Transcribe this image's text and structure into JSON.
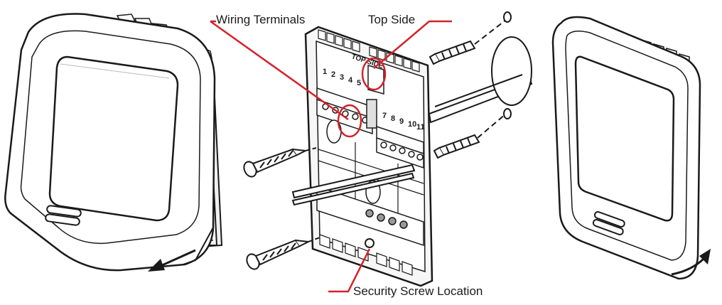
{
  "callouts": {
    "wiring_terminals": "Wiring Terminals",
    "top_side": "Top Side",
    "security_screw": "Security Screw Location"
  },
  "plate_labels": {
    "top_side": "TOP SIDE",
    "terminals_left": [
      "1",
      "2",
      "3",
      "4",
      "5"
    ],
    "terminals_right": [
      "7",
      "8",
      "9",
      "10",
      "11"
    ]
  },
  "colors": {
    "callout_line": "#d2232a",
    "outline": "#1a1a1a",
    "fill": "#ffffff",
    "shade": "#d8d8d8"
  }
}
